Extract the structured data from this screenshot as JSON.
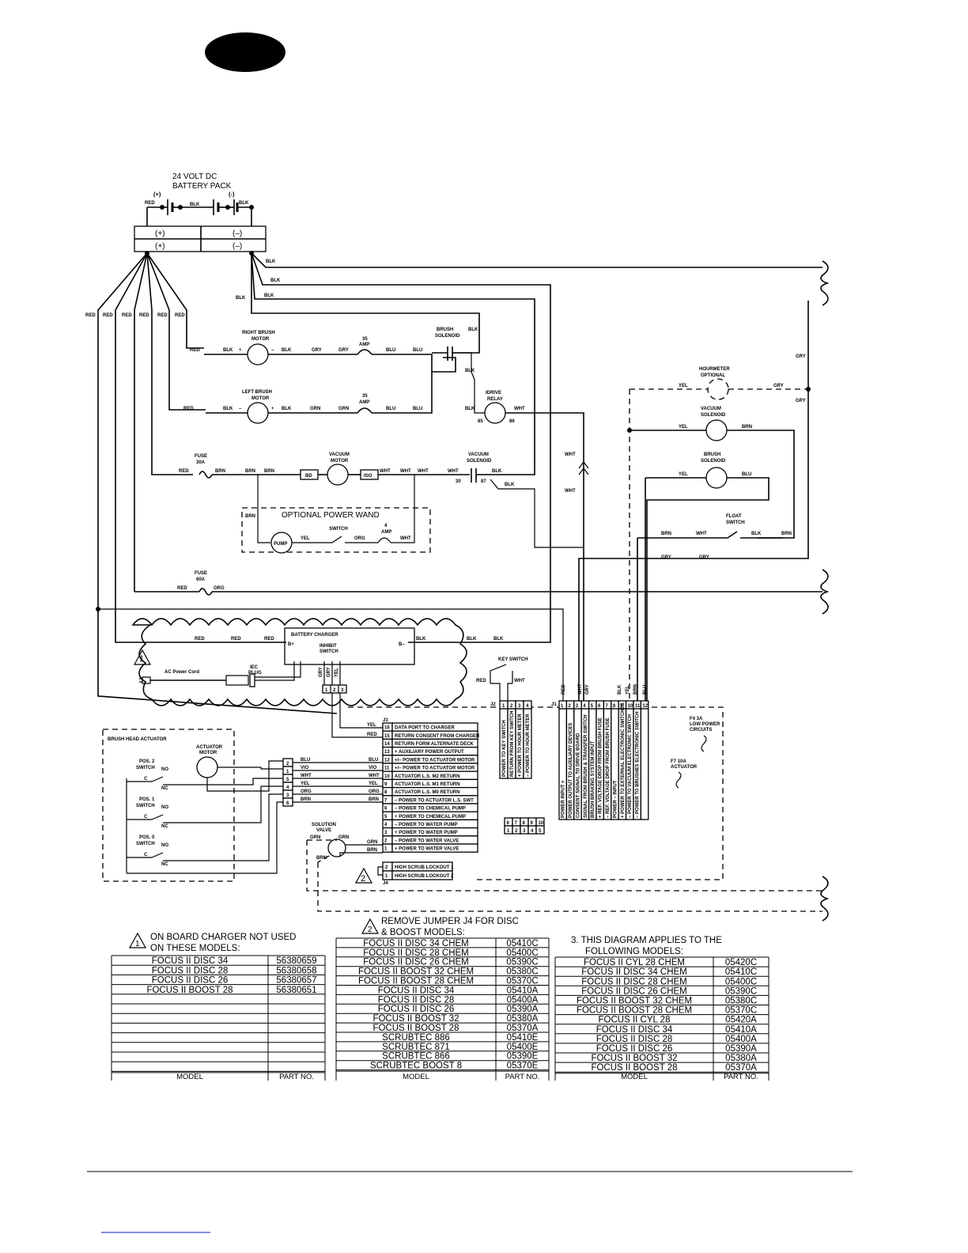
{
  "battery": {
    "title_1": "24 VOLT DC",
    "title_2": "BATTERY PACK",
    "plus": "(+)",
    "minus": "(-)",
    "terminal_plus": "(+)",
    "terminal_minus": "(–)"
  },
  "components": {
    "right_brush_motor": "RIGHT BRUSH",
    "motor": "MOTOR",
    "left_brush_motor": "LEFT BRUSH",
    "brush_solenoid_1": "BRUSH",
    "solenoid": "SOLENOID",
    "amp35": "35",
    "amp": "AMP",
    "idrive_1": "IDRIVE",
    "idrive_2": "RELAY",
    "t85": "85",
    "t86": "86",
    "fuse": "FUSE",
    "fuse30": "30A",
    "fuse60": "60A",
    "vacuum": "VACUUM",
    "bd": "BD",
    "iso": "ISO",
    "t30": "30",
    "t87": "87",
    "power_wand": "OPTIONAL POWER WAND",
    "pump": "PUMP",
    "switch": "SWITCH",
    "amp4": "4",
    "hourmeter_1": "HOURMETER",
    "hourmeter_2": "OPTIONAL",
    "vacuum_solenoid": "VACUUM",
    "float_1": "FLOAT",
    "charger": "BATTERY CHARGER",
    "charger_bplus": "B+",
    "charger_bminus": "B–",
    "inhibit_1": "INHIBIT",
    "inhibit_2": "SWITCH",
    "ac_cord": "AC Power Cord",
    "iec_1": "IEC",
    "iec_2": "PLUG",
    "key_switch": "KEY SWITCH",
    "actuator_1": "ACTUATOR",
    "solution_1": "SOLUTION",
    "solution_2": "VALVE",
    "brush_head_actuator": "BRUSH HEAD ACTUATOR",
    "pos2": "POS. 2",
    "pos1": "POS. 1",
    "pos0": "POS. 0",
    "no": "NO",
    "nc": "NC",
    "c": "C",
    "f4_1": "F4 3A",
    "f4_2": "LOW POWER",
    "f4_3": "CIRCUITS",
    "f7_1": "F7 10A",
    "f7_2": "ACTUATOR",
    "j1": "J1",
    "j2": "J2",
    "j3": "J3",
    "j4": "J4"
  },
  "wires": {
    "red": "RED",
    "blk": "BLK",
    "gry": "GRY",
    "grn": "GRN",
    "blu": "BLU",
    "brn": "BRN",
    "wht": "WHT",
    "yel": "YEL",
    "org": "ORG",
    "vio": "VIO",
    "plus": "+",
    "minus": "–"
  },
  "j3_pins": [
    {
      "n": "16",
      "t": "DATA PORT TO CHARGER"
    },
    {
      "n": "15",
      "t": "RETURN CONSENT FROM CHARGER"
    },
    {
      "n": "14",
      "t": "RETURN FORM ALTERNATE DECK"
    },
    {
      "n": "13",
      "t": "+ AUXILIARY POWER OUTPUT"
    },
    {
      "n": "12",
      "t": "+/– POWER TO ACTUATOR MOTOR"
    },
    {
      "n": "11",
      "t": "+/– POWER TO ACTUATOR MOTOR"
    },
    {
      "n": "10",
      "t": "ACTUATOR L.S. M2 RETURN"
    },
    {
      "n": "9",
      "t": "ACTUATOR L.S. M1 RETURN"
    },
    {
      "n": "8",
      "t": "ACTUATOR L.S. M0 RETURN"
    },
    {
      "n": "7",
      "t": "– POWER TO ACTUATOR L.S. SWT"
    },
    {
      "n": "6",
      "t": "– POWER TO CHEMICAL PUMP"
    },
    {
      "n": "5",
      "t": "+ POWER TO CHEMICAL PUMP"
    },
    {
      "n": "4",
      "t": "– POWER TO WATER PUMP"
    },
    {
      "n": "3",
      "t": "+ POWER TO WATER PUMP"
    },
    {
      "n": "2",
      "t": "– POWER TO WATER VALVE"
    },
    {
      "n": "1",
      "t": "+ POWER TO WATER VALVE"
    }
  ],
  "j4_pins": [
    {
      "n": "2",
      "t": "HIGH SCRUB LOCKOUT 1"
    },
    {
      "n": "1",
      "t": "HIGH SCRUB LOCKOUT 2"
    }
  ],
  "j2_pins": [
    {
      "n": "1",
      "t": "POWER TO KEY SWITCH"
    },
    {
      "n": "2",
      "t": "RETURN FROM KEY SWITCH"
    },
    {
      "n": "3",
      "t": "+ POWER TO HOUR METER"
    },
    {
      "n": "4",
      "t": "– POWER TO HOUR METER"
    }
  ],
  "j1_pins": [
    {
      "n": "1",
      "t": "POWER INPUT +"
    },
    {
      "n": "2",
      "t": "POWER OUTPUT TO AUXILIARY DEVICES"
    },
    {
      "n": "3",
      "t": "CONSENT SIGNAL TO DRIVE BOARD"
    },
    {
      "n": "4",
      "t": "SIGNAL FROM BRUSH & TRANSFER SWITCH"
    },
    {
      "n": "5",
      "t": "BRUSH BRAKING SYSTEM INPUT"
    },
    {
      "n": "6",
      "t": "+ REF. VOLTAGE DROP FROM BRUSH FUSE"
    },
    {
      "n": "7",
      "t": "– REF. VOLTAGE DROP FROM BRUSH FUSE"
    },
    {
      "n": "8",
      "t": "POWER – INPUT"
    },
    {
      "n": "9",
      "t": "+ POWER TO EXTERNAL ELECTRONIC SWITCHES"
    },
    {
      "n": "10",
      "t": "– POWER TO VACUUM ELECTRONIC SWITCH"
    },
    {
      "n": "11",
      "t": "– POWER TO BRUSHES ELECTRONIC SWITCH"
    },
    {
      "n": "12",
      "t": ""
    }
  ],
  "j1_wire_labels": [
    "RED",
    "WHT",
    "GRY",
    "BLK",
    "YEL",
    "BRN",
    "BLU"
  ],
  "small_grid": {
    "top": [
      "6",
      "7",
      "8",
      "9",
      "10"
    ],
    "bottom": [
      "1",
      "2",
      "3",
      "4",
      "5"
    ]
  },
  "charger_pins": [
    "1",
    "2",
    "3"
  ],
  "notes": {
    "n1_num": "1",
    "n1_line1": "ON BOARD CHARGER NOT USED",
    "n1_line2": "ON THESE MODELS:",
    "n2_num": "2",
    "n2_line1": "REMOVE JUMPER J4 FOR DISC",
    "n2_line2": "& BOOST MODELS:",
    "n3_line1": "3.  THIS DIAGRAM APPLIES TO THE",
    "n3_line2": "FOLLOWING MODELS:"
  },
  "table_header": {
    "model": "MODEL",
    "part": "PART NO."
  },
  "table1": [
    {
      "model": "FOCUS II DISC 34",
      "part": "56380659"
    },
    {
      "model": "FOCUS II DISC 28",
      "part": "56380658"
    },
    {
      "model": "FOCUS II DISC 26",
      "part": "56380657"
    },
    {
      "model": "FOCUS II BOOST 28",
      "part": "56380651"
    },
    {
      "model": "",
      "part": ""
    },
    {
      "model": "",
      "part": ""
    },
    {
      "model": "",
      "part": ""
    },
    {
      "model": "",
      "part": ""
    },
    {
      "model": "",
      "part": ""
    },
    {
      "model": "",
      "part": ""
    },
    {
      "model": "",
      "part": ""
    },
    {
      "model": "",
      "part": ""
    }
  ],
  "table2": [
    {
      "model": "FOCUS II DISC 34 CHEM",
      "part": "05410C"
    },
    {
      "model": "FOCUS II DISC 28 CHEM",
      "part": "05400C"
    },
    {
      "model": "FOCUS II DISC 26 CHEM",
      "part": "05390C"
    },
    {
      "model": "FOCUS II BOOST 32 CHEM",
      "part": "05380C"
    },
    {
      "model": "FOCUS II BOOST 28 CHEM",
      "part": "05370C"
    },
    {
      "model": "FOCUS II DISC 34",
      "part": "05410A"
    },
    {
      "model": "FOCUS II DISC 28",
      "part": "05400A"
    },
    {
      "model": "FOCUS II DISC 26",
      "part": "05390A"
    },
    {
      "model": "FOCUS II BOOST 32",
      "part": "05380A"
    },
    {
      "model": "FOCUS II BOOST 28",
      "part": "05370A"
    },
    {
      "model": "SCRUBTEC 886",
      "part": "05410E"
    },
    {
      "model": "SCRUBTEC 871",
      "part": "05400E"
    },
    {
      "model": "SCRUBTEC 866",
      "part": "05390E"
    },
    {
      "model": "SCRUBTEC BOOST 8",
      "part": "05370E"
    }
  ],
  "table3": [
    {
      "model": "FOCUS II CYL 28 CHEM",
      "part": "05420C"
    },
    {
      "model": "FOCUS II DISC 34 CHEM",
      "part": "05410C"
    },
    {
      "model": "FOCUS II DISC 28 CHEM",
      "part": "05400C"
    },
    {
      "model": "FOCUS II DISC 26 CHEM",
      "part": "05390C"
    },
    {
      "model": "FOCUS II BOOST 32 CHEM",
      "part": "05380C"
    },
    {
      "model": "FOCUS II BOOST 28 CHEM",
      "part": "05370C"
    },
    {
      "model": "FOCUS II CYL 28",
      "part": "05420A"
    },
    {
      "model": "FOCUS II DISC 34",
      "part": "05410A"
    },
    {
      "model": "FOCUS II DISC 28",
      "part": "05400A"
    },
    {
      "model": "FOCUS II DISC 26",
      "part": "05390A"
    },
    {
      "model": "FOCUS II BOOST 32",
      "part": "05380A"
    },
    {
      "model": "FOCUS II BOOST 28",
      "part": "05370A"
    }
  ]
}
